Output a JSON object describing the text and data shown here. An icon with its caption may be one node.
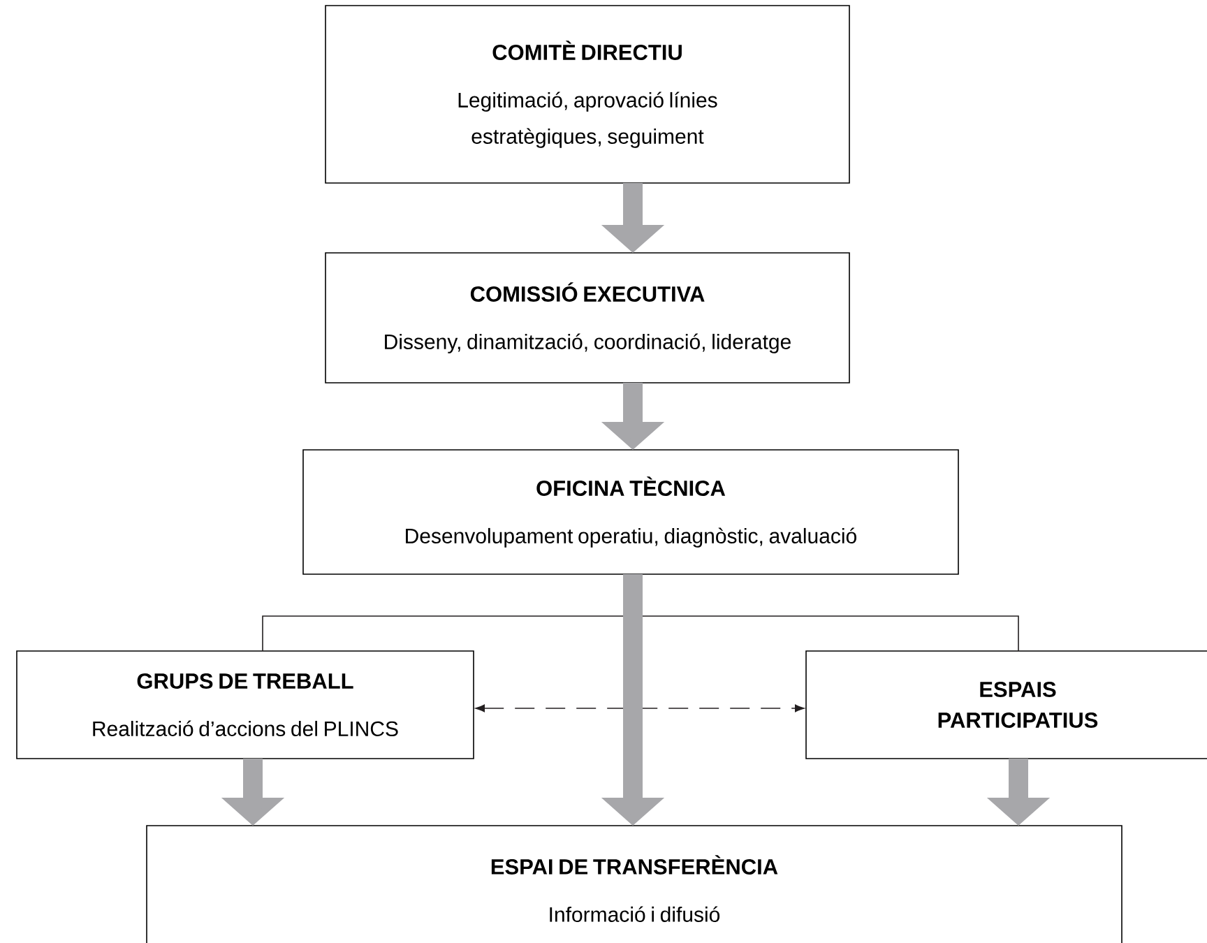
{
  "diagram": {
    "nodes": [
      {
        "text": [
          "COMITÈ DIRECTIU",
          "Legitimació, aprovació línies estratègiques, seguiment"
        ]
      },
      {
        "text": [
          "COMISSIÓ EXECUTIVA",
          "Disseny, dinamització, coordinació, lideratge"
        ]
      },
      {
        "text": [
          "OFICINA TÈCNICA",
          "Desenvolupament operatiu, diagnòstic, avaluació"
        ]
      },
      {
        "text": [
          "GRUPS DE TREBALL",
          "Realització d’accions del PLINCS"
        ]
      },
      {
        "text": [
          "ESPAIS PARTICIPATIUS"
        ]
      },
      {
        "text": [
          "ESPAI DE TRANSFERÈNCIA",
          "Informació i difusió"
        ]
      }
    ],
    "edges": [
      {
        "from": 0,
        "to": 1,
        "arrow": "to"
      },
      {
        "from": 1,
        "to": 2,
        "arrow": "to"
      },
      {
        "from": 2,
        "to": 3,
        "arrow": "none",
        "color": "#231f20"
      },
      {
        "from": 2,
        "to": 4,
        "arrow": "none",
        "color": "#231f20"
      },
      {
        "from": 3,
        "to": 4,
        "arrow": "both",
        "style": "dashed",
        "color": "#231f20"
      },
      {
        "from": 2,
        "to": 5,
        "arrow": "to"
      },
      {
        "from": 3,
        "to": 5,
        "arrow": "to"
      },
      {
        "from": 4,
        "to": 5,
        "arrow": "to"
      }
    ]
  }
}
